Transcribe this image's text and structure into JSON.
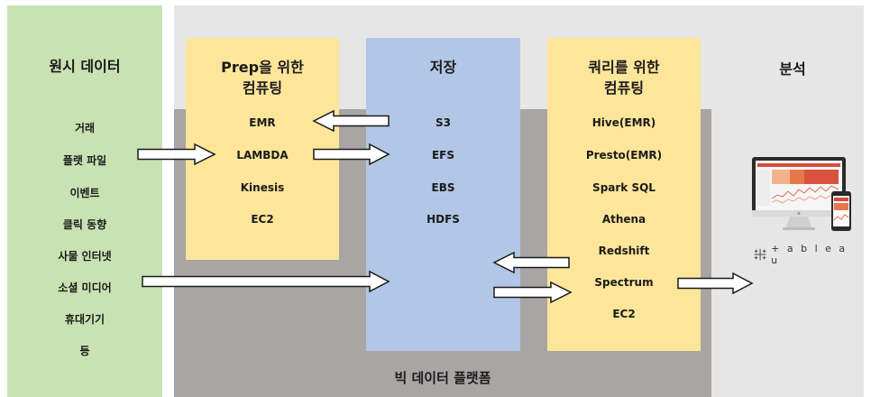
{
  "raw_data": {
    "title": "원시 데이터",
    "items": [
      "거래",
      "플랫 파일",
      "이벤트",
      "클릭 동향",
      "사물 인터넷",
      "소셜 미디어",
      "휴대기기",
      "등"
    ]
  },
  "prep": {
    "title_line1": "Prep을 위한",
    "title_line2": "컴퓨팅",
    "items": [
      "EMR",
      "LAMBDA",
      "Kinesis",
      "EC2"
    ]
  },
  "storage": {
    "title": "저장",
    "items": [
      "S3",
      "EFS",
      "EBS",
      "HDFS"
    ]
  },
  "query": {
    "title_line1": "쿼리를 위한",
    "title_line2": "컴퓨팅",
    "items": [
      "Hive(EMR)",
      "Presto(EMR)",
      "Spark SQL",
      "Athena",
      "Redshift",
      "Spectrum",
      "EC2"
    ]
  },
  "analysis": {
    "title": "분석",
    "logo_text": "+ a b l e a u"
  },
  "platform": {
    "label": "빅 데이터 플랫폼"
  },
  "colors": {
    "raw_bg": "#c9e2b3",
    "compute_bg": "#fde59a",
    "storage_bg": "#b2c6e6",
    "platform_bg": "#a8a5a4",
    "analysis_bg": "#e6e6e6"
  }
}
